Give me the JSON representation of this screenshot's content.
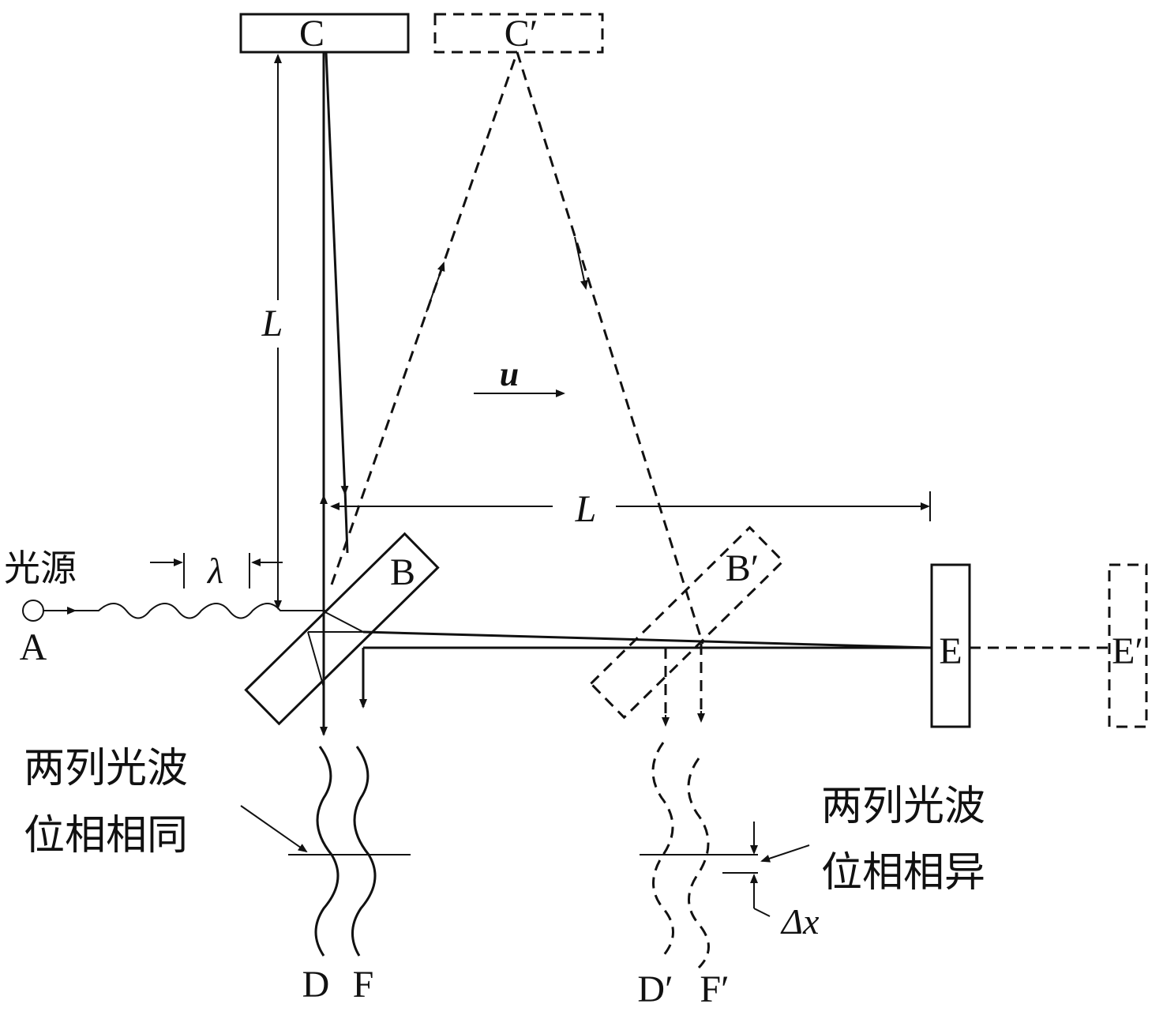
{
  "labels": {
    "C": "C",
    "C_prime": "C′",
    "B": "B",
    "B_prime": "B′",
    "E": "E",
    "E_prime": "E′",
    "A": "A",
    "D": "D",
    "F": "F",
    "D_prime": "D′",
    "F_prime": "F′",
    "L_vertical": "L",
    "L_horizontal": "L",
    "lambda": "λ",
    "u": "u",
    "delta_x": "Δx",
    "light_source": "光源",
    "same_phase_line1": "两列光波",
    "same_phase_line2": "位相相同",
    "diff_phase_line1": "两列光波",
    "diff_phase_line2": "位相相异"
  }
}
